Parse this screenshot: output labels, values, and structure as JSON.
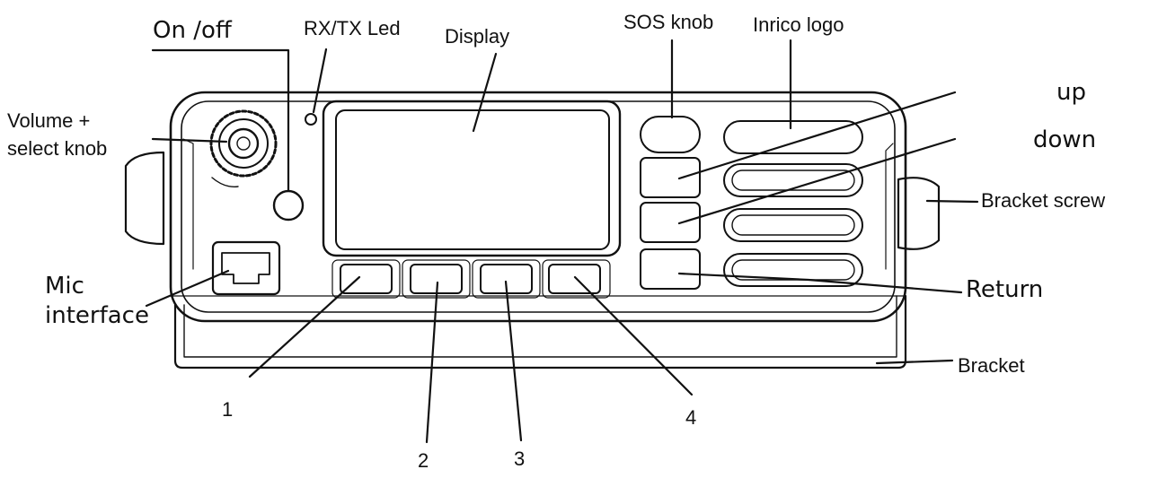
{
  "labels": {
    "on_off": "On /off",
    "rx_tx_led": "RX/TX Led",
    "display": "Display",
    "sos_knob": "SOS knob",
    "inrico_logo": "Inrico logo",
    "up": "up",
    "down": "down",
    "volume_select": "Volume +\nselect knob",
    "bracket_screw": "Bracket screw",
    "mic_interface": "Mic\ninterface",
    "return": "Return",
    "bracket": "Bracket",
    "key_1": "1",
    "key_2": "2",
    "key_3": "3",
    "key_4": "4"
  },
  "colors": {
    "line": "#111111",
    "background": "#ffffff"
  }
}
